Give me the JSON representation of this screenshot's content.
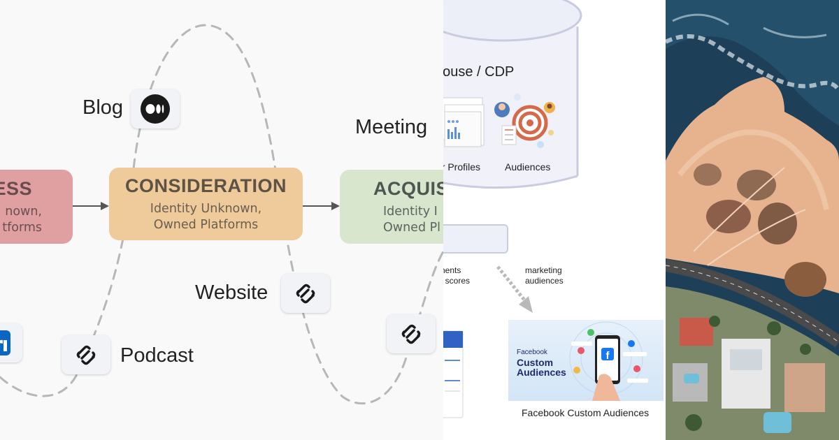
{
  "funnel": {
    "stages": {
      "awareness": {
        "title": "ESS",
        "line1": "nown,",
        "line2": "tforms"
      },
      "consideration": {
        "title": "CONSIDERATION",
        "line1": "Identity Unknown,",
        "line2": "Owned Platforms"
      },
      "acquisition": {
        "title": "ACQUIS",
        "line1": "Identity I",
        "line2": "Owned Pl"
      }
    },
    "channels": {
      "blog": "Blog",
      "meeting": "Meeting",
      "website": "Website",
      "podcast": "Podcast"
    },
    "icons": [
      "medium-icon",
      "squarespace-icon",
      "linkedin-icon"
    ],
    "colors": {
      "awareness": "#e0a0a2",
      "consideration": "#efcb9c",
      "acquisition": "#d7e6cd",
      "path": "#b5b5b5"
    }
  },
  "cdp": {
    "title": "house / CDP",
    "profiles_label": "er Profiles",
    "audiences_label": "Audiences",
    "segments_line1": "nents",
    "segments_line2": "t scores",
    "marketing_line1": "marketing",
    "marketing_line2": "audiences",
    "fb_card_line1": "Facebook",
    "fb_card_line2": "Custom",
    "fb_card_line3": "Audiences",
    "fb_caption": "Facebook Custom Audiences"
  },
  "photo": {
    "subject": "aerial coastline with houses and road"
  }
}
